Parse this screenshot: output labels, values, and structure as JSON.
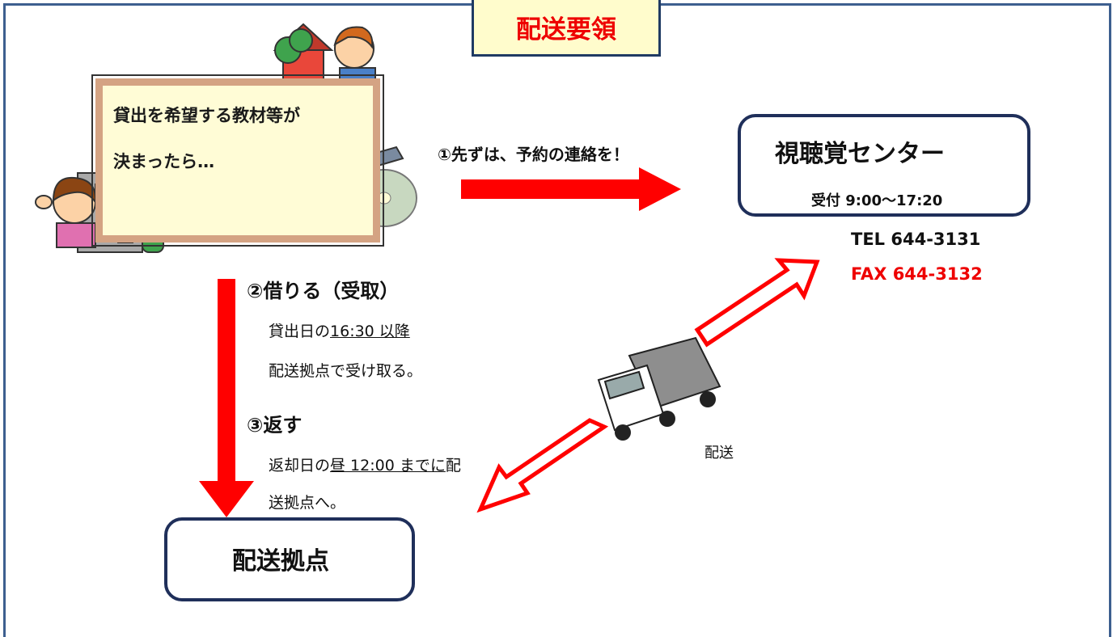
{
  "title": "配送要領",
  "bubble": {
    "line1": "貸出を希望する教材等が",
    "line2": "決まったら…"
  },
  "step1": "①先ずは、予約の連絡を！",
  "center": {
    "name": "視聴覚センター",
    "hours": "受付 9:00～17:20",
    "tel": "TEL  644-3131",
    "fax": "FAX  644-3132"
  },
  "step2": {
    "heading": "②借りる（受取）",
    "line1_prefix": "貸出日の",
    "line1_time": "16:30 以降",
    "line2": "配送拠点で受け取る。"
  },
  "step3": {
    "heading": "③返す",
    "line1_prefix": "返却日の",
    "line1_time": "昼 12:00 までに",
    "line1_suffix": "配",
    "line2": "送拠点へ。"
  },
  "base": "配送拠点",
  "delivery_label": "配送",
  "colors": {
    "arrow": "#ff0000",
    "frame": "#3d5f8f",
    "node_border": "#1f2f5a",
    "title_bg": "#fffccc"
  }
}
